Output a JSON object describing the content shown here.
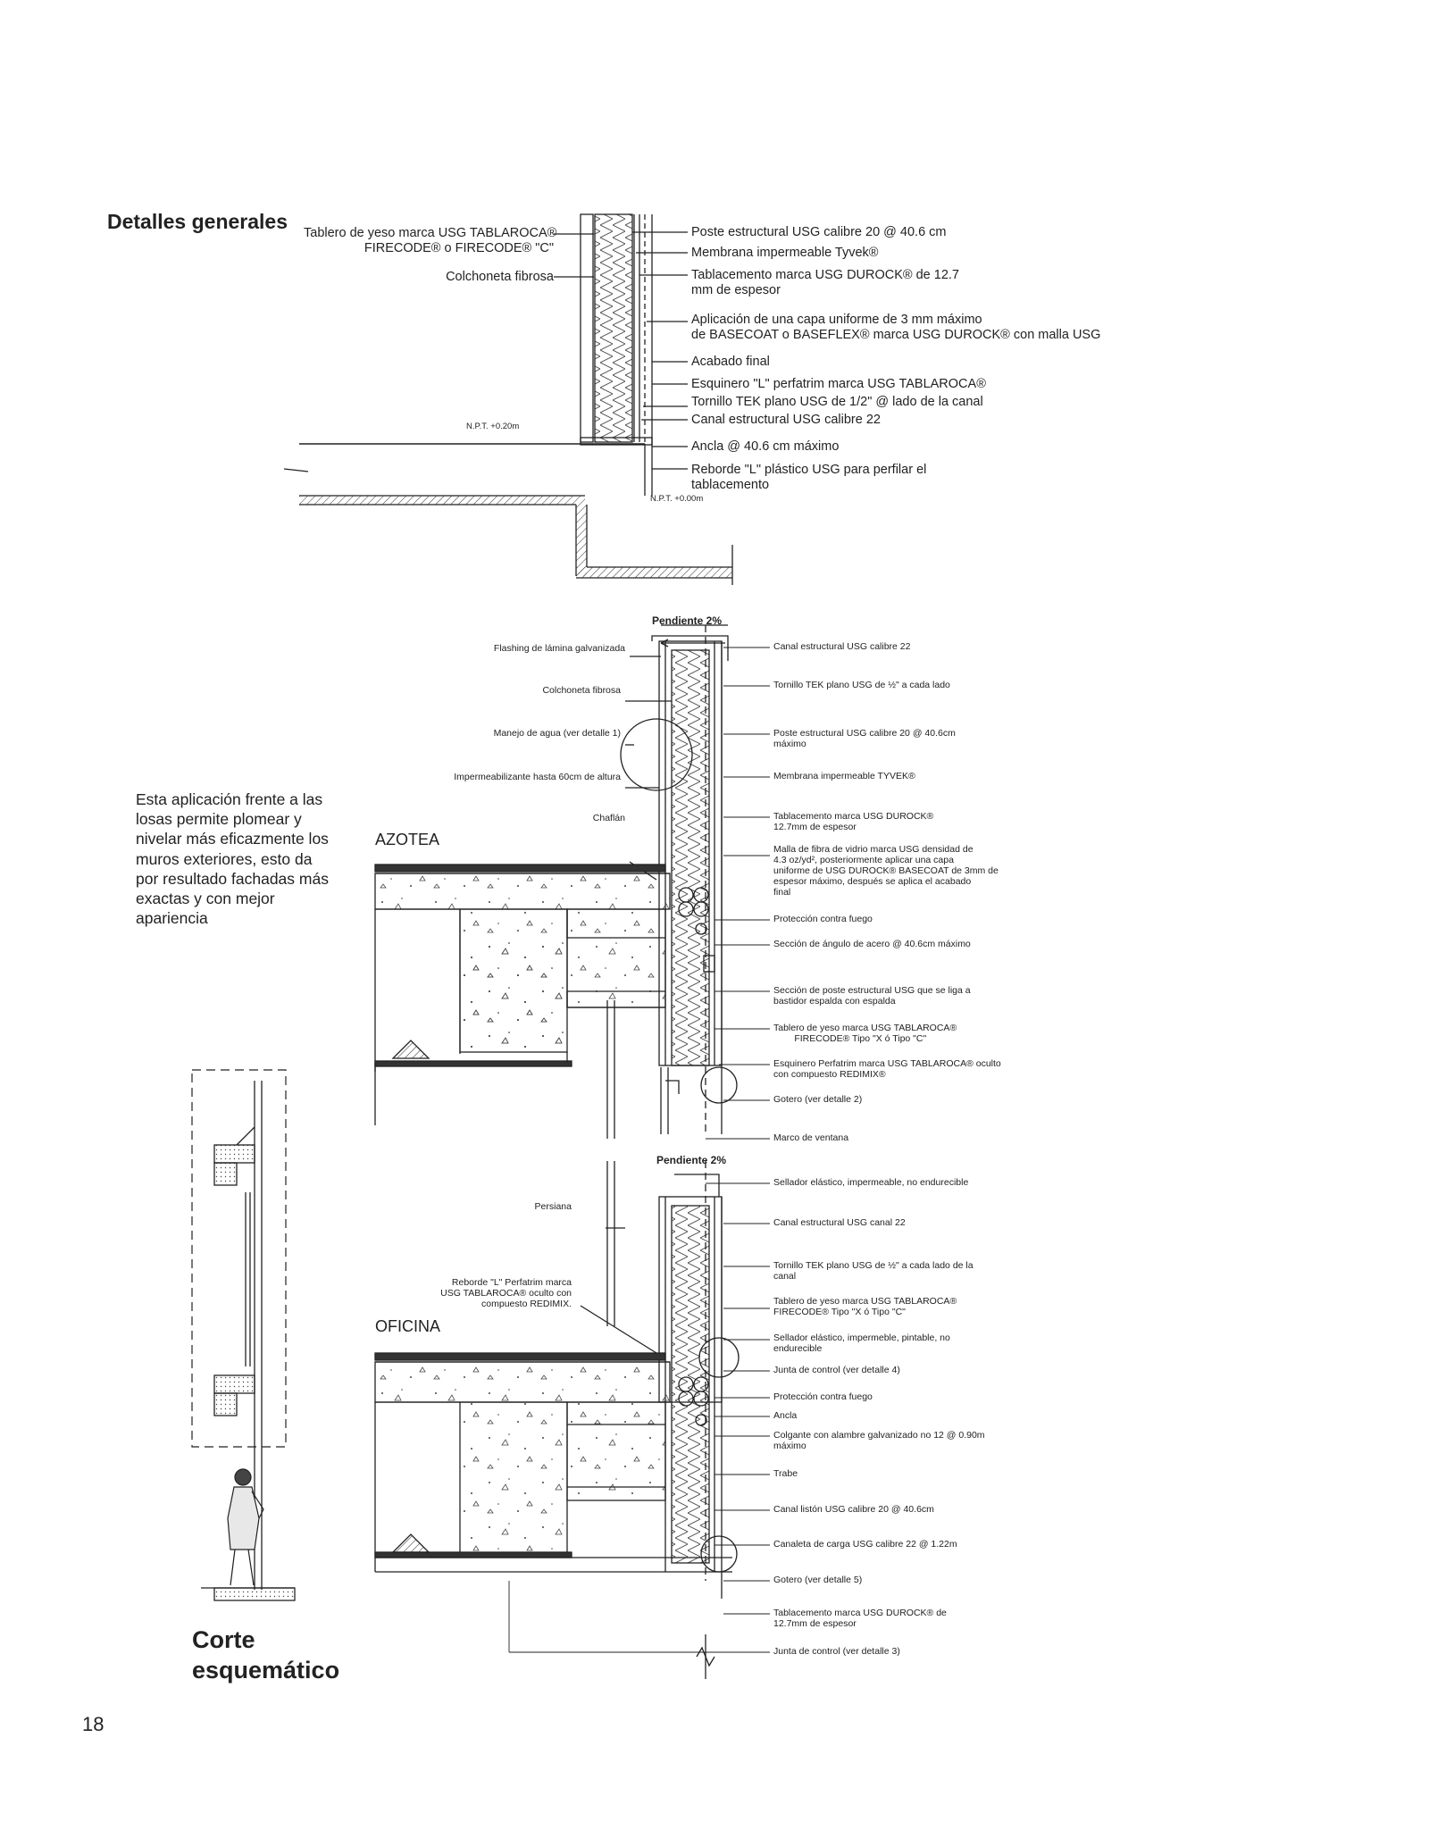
{
  "page": {
    "section_title": "Detalles generales",
    "section_title_bottom_line1": "Corte",
    "section_title_bottom_line2": "esquemático",
    "page_number": "18",
    "description": "Esta aplicación frente a las losas permite plomear y nivelar más eficazmente los muros exteriores, esto da por resultado fachadas más exactas y con mejor apariencia"
  },
  "detail_top": {
    "left_labels": [
      "Tablero de yeso marca USG TABLAROCA®\nFIRECODE® o FIRECODE® \"C\"",
      "Colchoneta fibrosa"
    ],
    "right_labels": [
      "Poste estructural USG calibre 20 @ 40.6 cm",
      "Membrana impermeable Tyvek®",
      "Tablacemento marca USG DUROCK® de 12.7\nmm de espesor",
      "Aplicación de una capa uniforme de 3 mm máximo\nde BASECOAT o BASEFLEX® marca USG DUROCK® con malla USG",
      "Acabado final",
      "Esquinero \"L\" perfatrim marca USG TABLAROCA®",
      "Tornillo TEK plano USG de 1/2\" @ lado de la canal",
      "Canal estructural USG calibre 22",
      "Ancla @ 40.6 cm máximo",
      "Reborde \"L\" plástico USG para perfilar el\ntablacemento"
    ],
    "level_upper": "N.P.T. +0.20m",
    "level_lower": "N.P.T. +0.00m"
  },
  "section": {
    "slope_top": "Pendiente 2%",
    "slope_mid": "Pendiente 2%",
    "room_upper": "AZOTEA",
    "room_lower": "OFICINA",
    "left_labels": [
      "Flashing de lámina galvanizada",
      "Colchoneta fibrosa",
      "Manejo de agua (ver detalle 1)",
      "Impermeabilizante hasta 60cm de altura",
      "Chaflán",
      "Persiana",
      "Reborde \"L\" Perfatrim marca\nUSG TABLAROCA® oculto con\ncompuesto REDIMIX."
    ],
    "right_labels": [
      "Canal estructural USG calibre 22",
      "Tornillo TEK plano USG de ½\" a cada lado",
      "Poste estructural USG calibre 20 @ 40.6cm\nmáximo",
      "Membrana impermeable TYVEK®",
      "Tablacemento marca USG DUROCK®\n12.7mm de espesor",
      "Malla de fibra de vidrio marca USG densidad de\n4.3 oz/yd², posteriormente aplicar una capa\nuniforme de USG DUROCK® BASECOAT de 3mm de\nespesor máximo, después se aplica el acabado\nfinal",
      "Protección contra fuego",
      "Sección de ángulo de acero @ 40.6cm máximo",
      "Sección de poste estructural USG que se liga a\nbastidor espalda con espalda",
      "Tablero de yeso marca USG TABLAROCA®\n        FIRECODE® Tipo \"X ó Tipo \"C\"",
      "Esquinero Perfatrim marca USG TABLAROCA® oculto\ncon compuesto REDIMIX®",
      "Gotero (ver detalle 2)",
      "Marco de ventana",
      "Sellador elástico, impermeable, no endurecible",
      "Canal estructural USG canal 22",
      "Tornillo TEK plano USG de ½\" a cada lado de la\ncanal",
      "Tablero de yeso marca USG TABLAROCA®\nFIRECODE® Tipo \"X ó Tipo \"C\"",
      "Sellador elástico, impermeble, pintable, no\nendurecible",
      "Junta de control (ver detalle 4)",
      "Protección contra fuego",
      "Ancla",
      "Colgante con alambre galvanizado no 12 @ 0.90m\nmáximo",
      "Trabe",
      "Canal listón USG calibre 20 @ 40.6cm",
      "Canaleta de carga USG calibre 22 @ 1.22m",
      "Gotero (ver detalle 5)",
      "Tablacemento marca USG DUROCK® de\n12.7mm de espesor",
      "Junta de control (ver detalle 3)"
    ]
  },
  "colors": {
    "ink": "#222222",
    "background": "#ffffff"
  }
}
